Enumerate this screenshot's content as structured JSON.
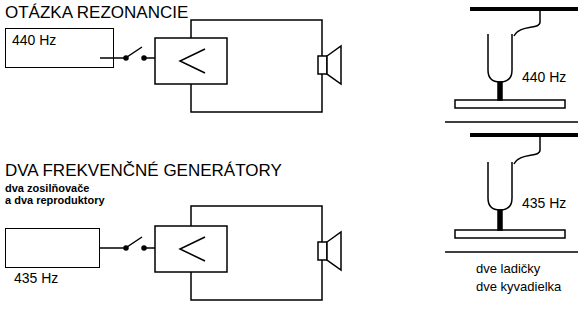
{
  "diagram": {
    "title": "OTÁZKA REZONANCIE",
    "nodes": [
      {
        "text": [
          "440 Hz"
        ]
      },
      {
        "text": [
          "435 Hz"
        ]
      }
    ],
    "labels": [
      "DVA FREKVENČNÉ GENERÁTORY",
      "dva zosilňovače",
      "a dva reproduktory",
      "440 Hz",
      "435 Hz",
      "dve ladičky",
      "dve kyvadielka"
    ]
  }
}
